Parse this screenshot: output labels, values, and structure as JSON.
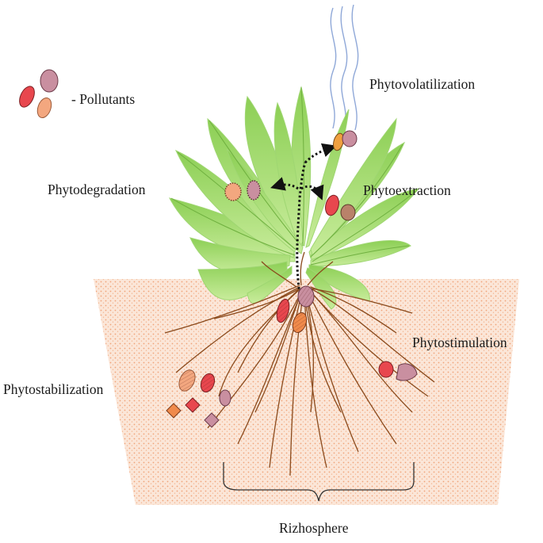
{
  "legend": {
    "label": "- Pollutants"
  },
  "processes": {
    "phytovolatilization": "Phytovolatilization",
    "phytodegradation": "Phytodegradation",
    "phytoextraction": "Phytoextraction",
    "phytostimulation": "Phytostimulation",
    "phytostabilization": "Phytostabilization"
  },
  "zone": {
    "rizhosphere": "Rizhosphere"
  },
  "colors": {
    "pollutant_red": "#e8474e",
    "pollutant_pink": "#c98fa0",
    "pollutant_peach": "#f3a77f",
    "pollutant_orange": "#f08a4b",
    "soil": "#f6d6c2",
    "leaf_light": "#c9ec9e",
    "leaf_dark": "#7cc24b",
    "root": "#8a4a1c",
    "vapor": "#8fa8d8"
  }
}
